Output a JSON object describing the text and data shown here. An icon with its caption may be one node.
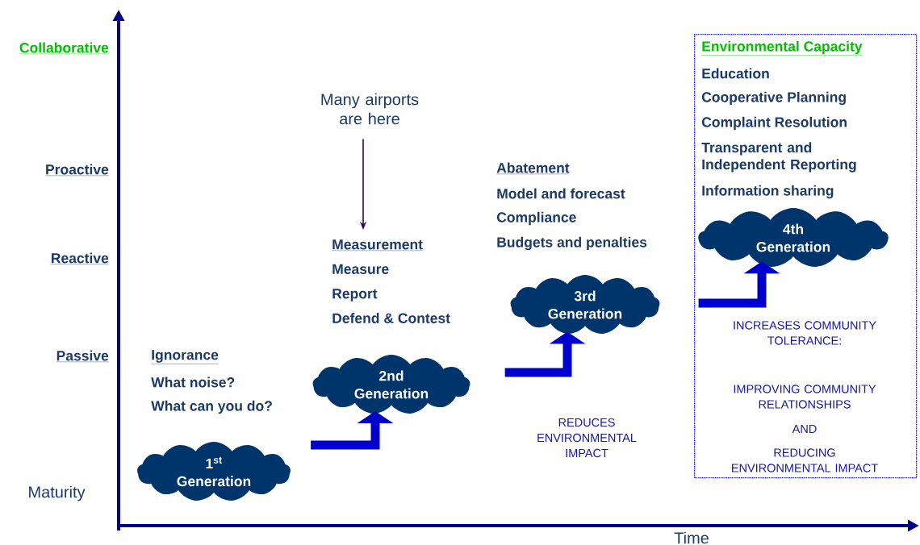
{
  "diagram": {
    "nodes": [
      {
        "text": [
          "1$^{st}$ Generation"
        ]
      },
      {
        "text": [
          "2nd Generation"
        ]
      },
      {
        "text": [
          "3rd Generation"
        ]
      },
      {
        "text": [
          "Environmental Capacity",
          "Education",
          "Cooperative Planning",
          "Complaint Resolution",
          "Transparent and Independent Reporting",
          "Information sharing",
          "INCREASES COMMUNITY TOLERANCE:",
          "IMPROVING COMMUNITY RELATIONSHIPS",
          "AND",
          "REDUCING ENVIRONMENTAL IMPACT"
        ]
      },
      {
        "text": [
          "4th Generation"
        ],
        "in": 3
      },
      {
        "text": [
          "Many airports are here"
        ]
      },
      {
        "text": [
          "Measurement",
          "Measure",
          "Report",
          "Defend & Contest"
        ]
      }
    ],
    "edges": [
      {
        "from": 0,
        "to": 1,
        "arrow": "to"
      },
      {
        "from": 1,
        "to": 2,
        "arrow": "to"
      },
      {
        "from": 2,
        "to": 4,
        "arrow": "to"
      },
      {
        "from": 5,
        "to": 6,
        "arrow": "to",
        "color": "#330066"
      }
    ],
    "labels": [
      "Collaborative",
      "Proactive",
      "Reactive",
      "Passive",
      "Maturity",
      "Time",
      "Ignorance",
      "What noise?",
      "What can you do?",
      "Abatement",
      "Model and forecast",
      "Compliance",
      "Budgets and penalties",
      "REDUCES ENVIRONMENTAL IMPACT"
    ]
  }
}
